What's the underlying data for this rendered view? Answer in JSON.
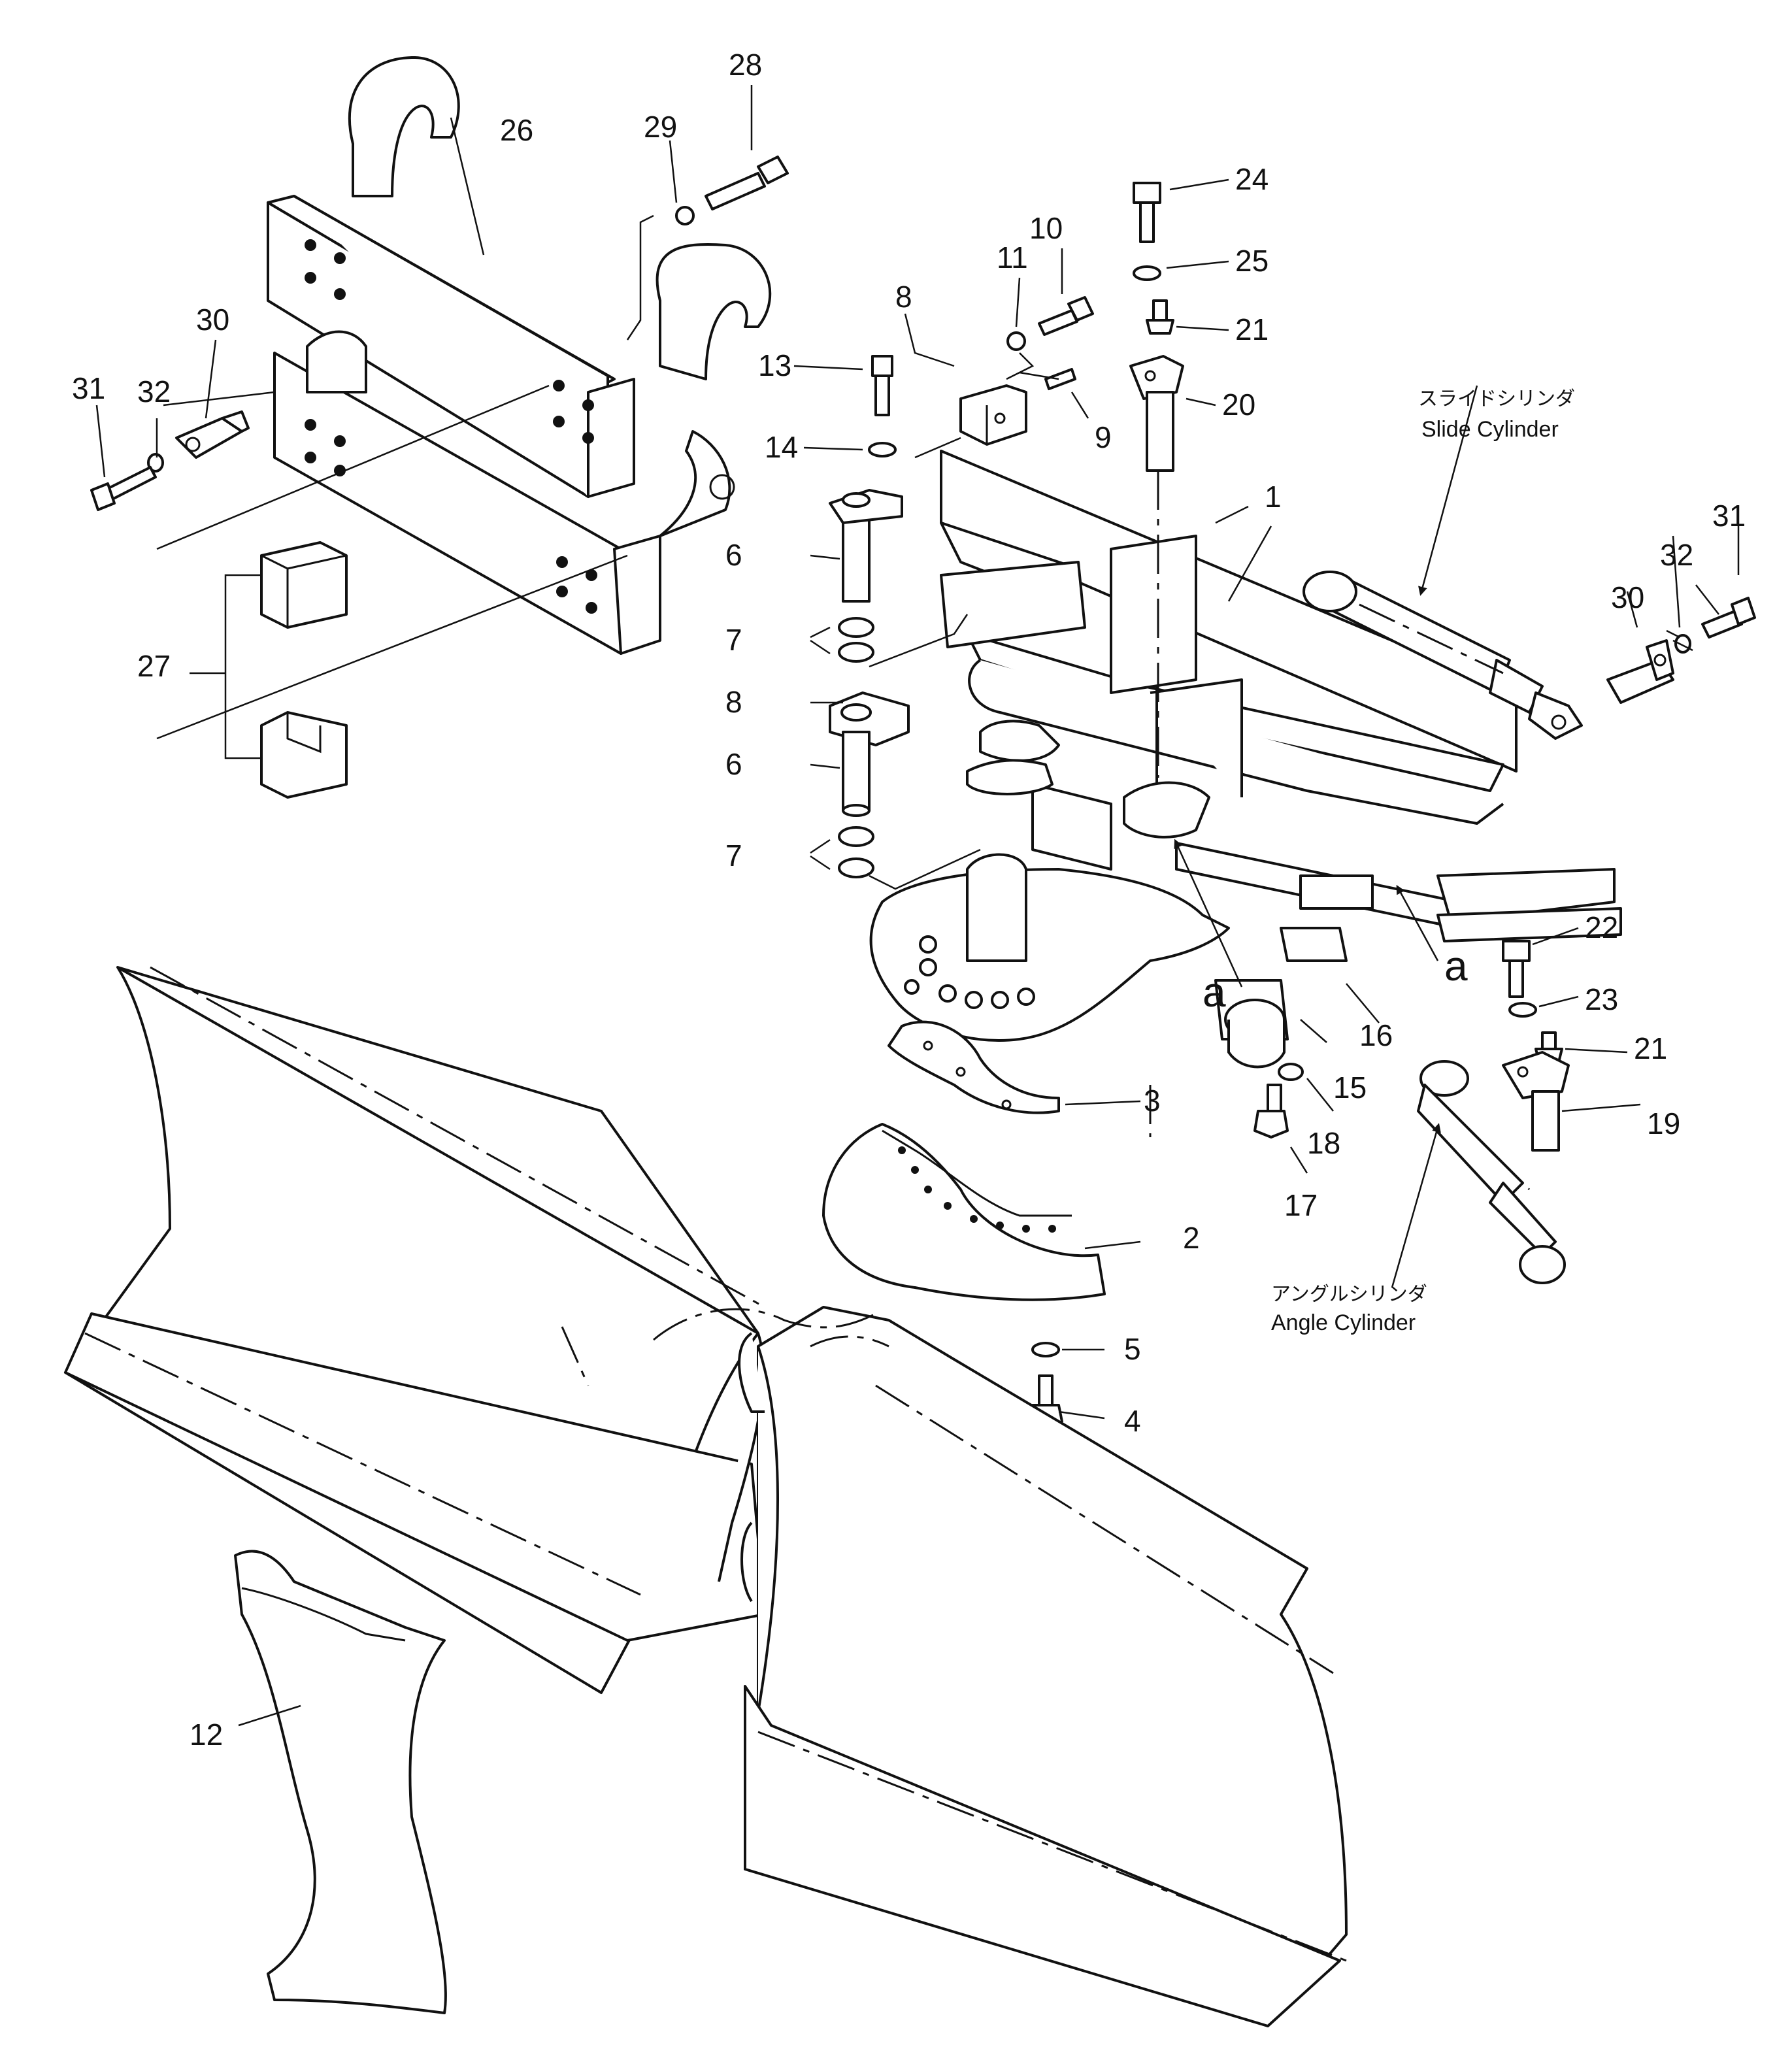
{
  "diagram": {
    "part_numbers": {
      "p1": "1",
      "p2": "2",
      "p3": "3",
      "p4": "4",
      "p5": "5",
      "p6a": "6",
      "p6b": "6",
      "p7a": "7",
      "p7b": "7",
      "p8a": "8",
      "p8b": "8",
      "p9": "9",
      "p10": "10",
      "p11": "11",
      "p12": "12",
      "p13": "13",
      "p14": "14",
      "p15": "15",
      "p16": "16",
      "p17": "17",
      "p18": "18",
      "p19": "19",
      "p20": "20",
      "p21a": "21",
      "p21b": "21",
      "p22": "22",
      "p23": "23",
      "p24": "24",
      "p25": "25",
      "p26": "26",
      "p27": "27",
      "p28": "28",
      "p29": "29",
      "p30a": "30",
      "p30b": "30",
      "p31a": "31",
      "p31b": "31",
      "p32a": "32",
      "p32b": "32"
    },
    "view_marks": {
      "a1": "a",
      "a2": "a"
    },
    "callouts": {
      "slide_cylinder_jp": "スライドシリンダ",
      "slide_cylinder_en": "Slide Cylinder",
      "angle_cylinder_jp": "アングルシリンダ",
      "angle_cylinder_en": "Angle Cylinder"
    }
  }
}
